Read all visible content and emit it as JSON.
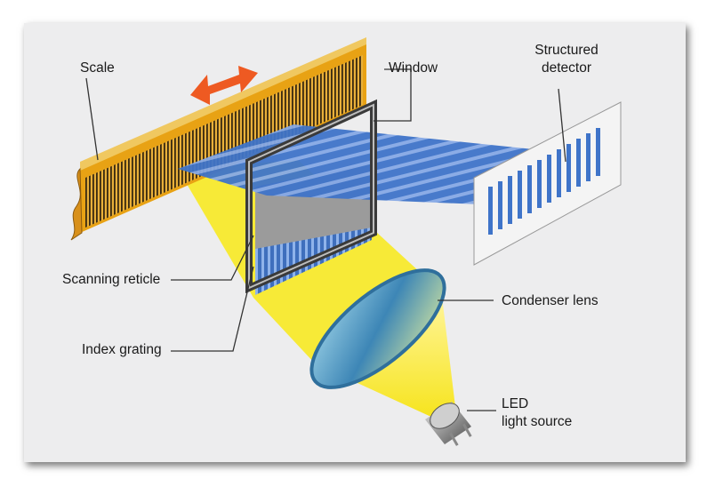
{
  "labels": {
    "scale": "Scale",
    "window": "Window",
    "structured_detector_line1": "Structured",
    "structured_detector_line2": "detector",
    "scanning_reticle": "Scanning reticle",
    "condenser_lens": "Condenser lens",
    "index_grating": "Index grating",
    "led_line1": "LED",
    "led_line2": "light source"
  },
  "colors": {
    "background": "#ededee",
    "scale": "#e8a214",
    "light_beam": "#f8ea2c",
    "grating_blue": "#4a7bd0",
    "arrow": "#ee5a22"
  }
}
